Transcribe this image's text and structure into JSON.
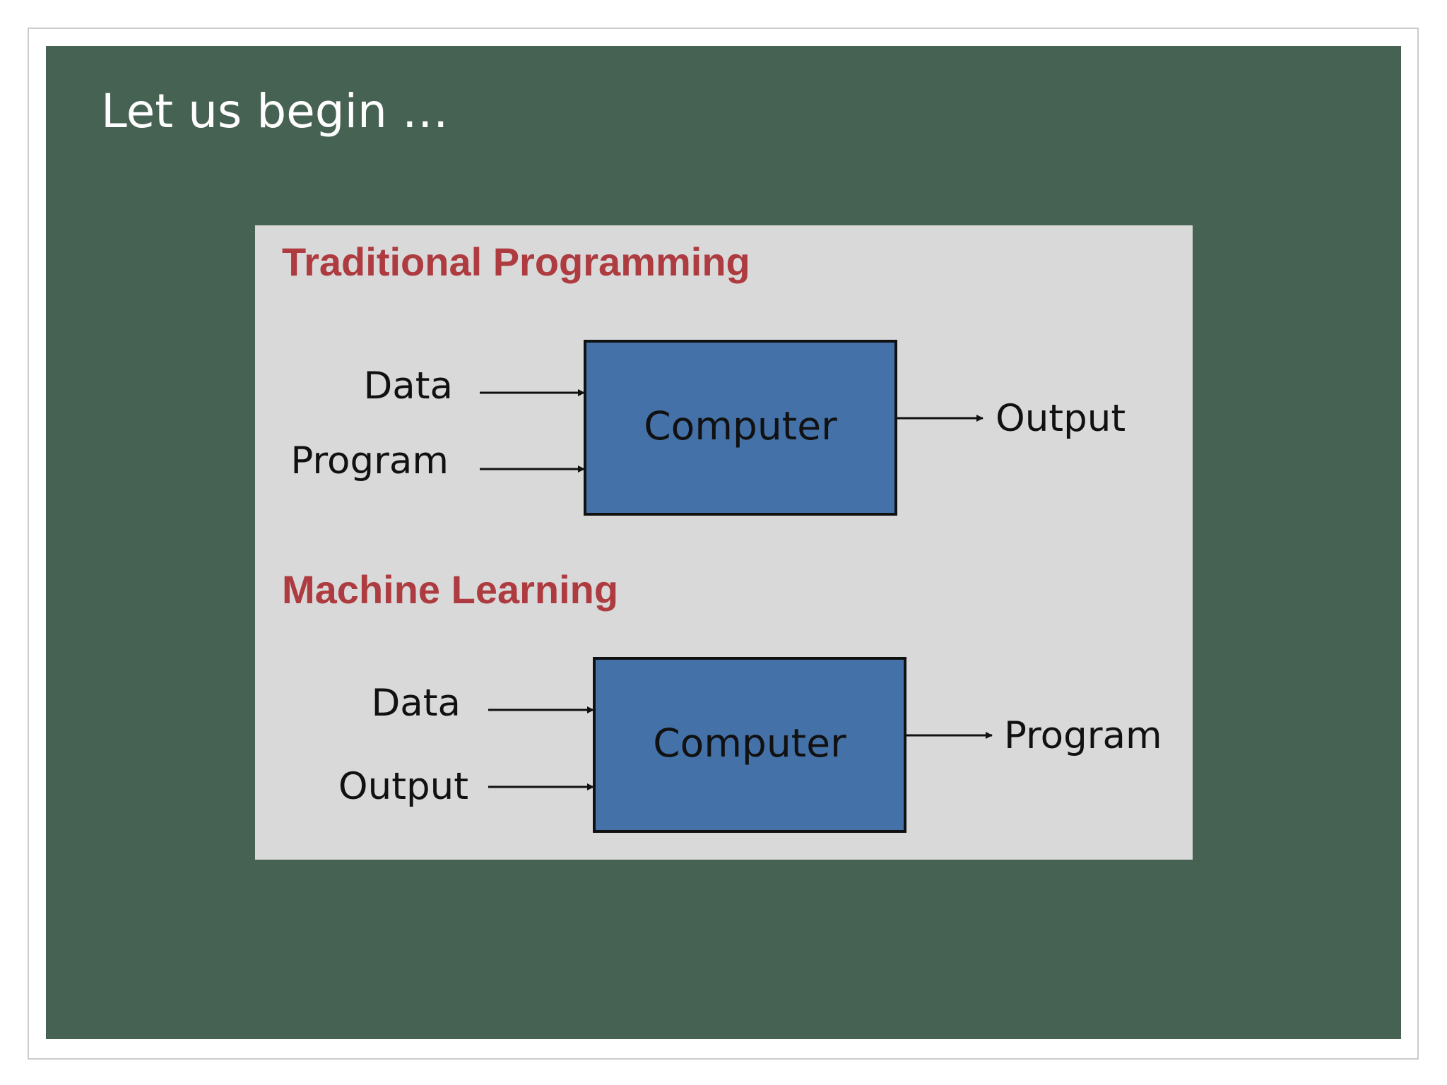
{
  "slide": {
    "title": "Let us begin …"
  },
  "colors": {
    "slide_background": "#466253",
    "panel_background": "#d9d9d9",
    "heading_color": "#ad3b3f",
    "box_fill": "#4472a8",
    "box_border": "#111111",
    "text_color": "#111111"
  },
  "diagram": {
    "traditional": {
      "heading": "Traditional Programming",
      "inputs": [
        "Data",
        "Program"
      ],
      "process": "Computer",
      "output": "Output"
    },
    "machine_learning": {
      "heading": "Machine Learning",
      "inputs": [
        "Data",
        "Output"
      ],
      "process": "Computer",
      "output": "Program"
    }
  }
}
